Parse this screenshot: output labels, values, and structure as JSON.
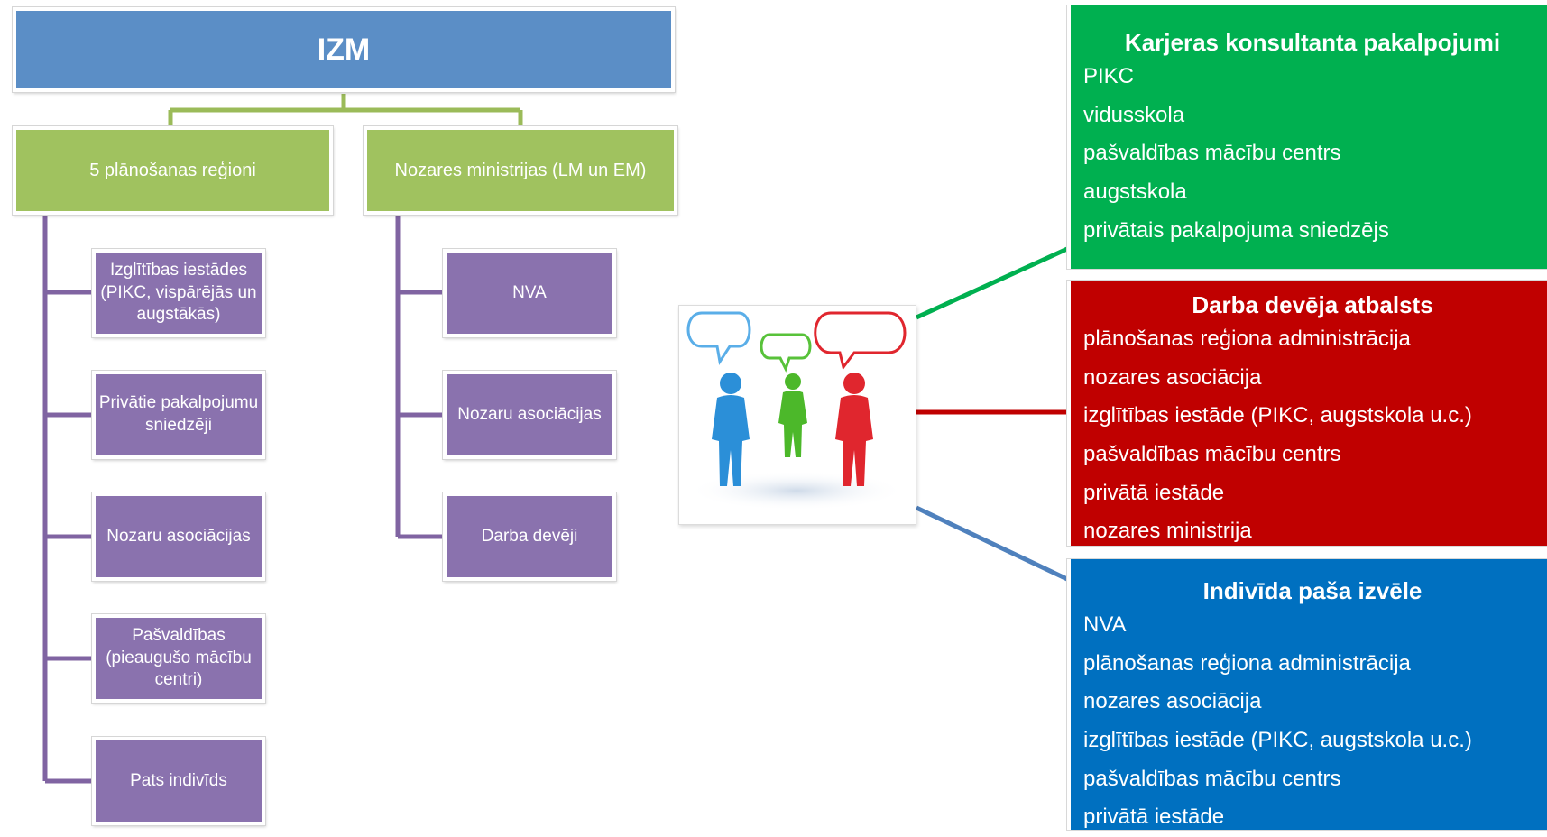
{
  "top_node": {
    "label": "IZM"
  },
  "branches": [
    {
      "label": "5 plānošanas reģioni",
      "children": [
        "Izglītības iestādes (PIKC, vispārējās un augstākās)",
        "Privātie pakalpojumu sniedzēji",
        "Nozaru asociācijas",
        "Pašvaldības (pieaugušo mācību centri)",
        "Pats indivīds"
      ]
    },
    {
      "label": "Nozares ministrijas (LM un EM)",
      "children": [
        "NVA",
        "Nozaru asociācijas",
        "Darba devēji"
      ]
    }
  ],
  "panels": [
    {
      "title": "Karjeras konsultanta pakalpojumi",
      "color": "#00b050",
      "items": [
        "PIKC",
        "vidusskola",
        "pašvaldības mācību centrs",
        "augstskola",
        "privātais pakalpojuma sniedzējs"
      ]
    },
    {
      "title": "Darba devēja atbalsts",
      "color": "#c00000",
      "items": [
        "plānošanas reģiona administrācija",
        "nozares asociācija",
        "izglītības iestāde (PIKC, augstskola u.c.)",
        "pašvaldības mācību centrs",
        "privātā iestāde",
        "nozares ministrija"
      ]
    },
    {
      "title": "Indivīda paša izvēle",
      "color": "#0070c0",
      "items": [
        "NVA",
        "plānošanas reģiona administrācija",
        "nozares asociācija",
        "izglītības iestāde (PIKC, augstskola u.c.)",
        "pašvaldības mācību centrs",
        "privātā iestāde"
      ]
    }
  ],
  "colors": {
    "top": "#5b8ec6",
    "branch": "#a0c25f",
    "leaf": "#8a72ae",
    "connector_green": "#9bbb59",
    "connector_purple": "#8064a2"
  },
  "illustration": {
    "icon": "people-talking-icon"
  }
}
